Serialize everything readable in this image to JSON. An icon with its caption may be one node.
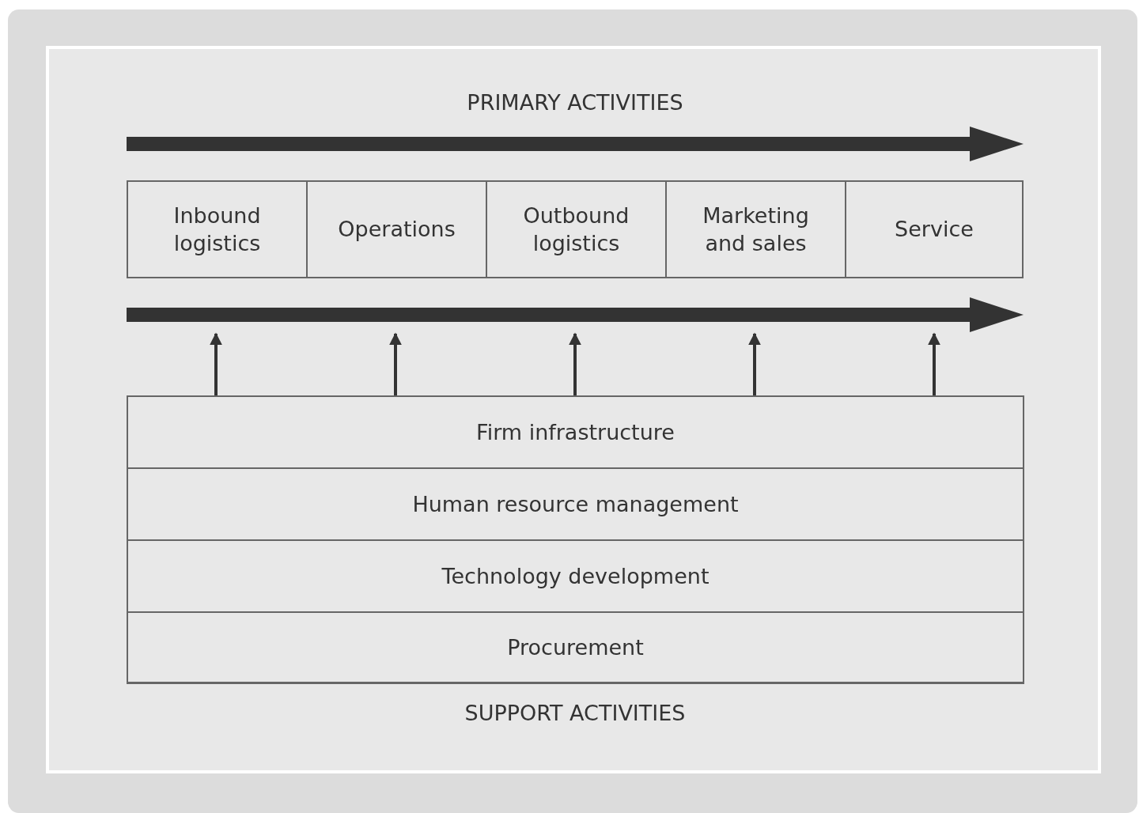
{
  "diagram": {
    "nodes": [
      {
        "text": [
          "Inbound logistics"
        ]
      },
      {
        "text": [
          "Operations"
        ]
      },
      {
        "text": [
          "Outbound logistics"
        ]
      },
      {
        "text": [
          "Marketing and sales"
        ]
      },
      {
        "text": [
          "Service"
        ]
      },
      {
        "text": [],
        "shape": "box"
      },
      {
        "text": [
          "Firm infrastructure"
        ],
        "in": 5
      },
      {
        "text": [
          "Human resource management"
        ],
        "in": 5
      },
      {
        "text": [
          "Technology development"
        ],
        "in": 5
      },
      {
        "text": [
          "Procurement"
        ],
        "in": 5
      }
    ],
    "edges": [
      {
        "from": 5,
        "to": null,
        "arrow": "to"
      },
      {
        "from": 5,
        "to": null,
        "arrow": "to"
      },
      {
        "from": 5,
        "to": null,
        "arrow": "to"
      },
      {
        "from": 5,
        "to": null,
        "arrow": "to"
      },
      {
        "from": 5,
        "to": null,
        "arrow": "to"
      }
    ],
    "labels": [
      "PRIMARY ACTIVITIES",
      "SUPPORT ACTIVITIES"
    ]
  }
}
